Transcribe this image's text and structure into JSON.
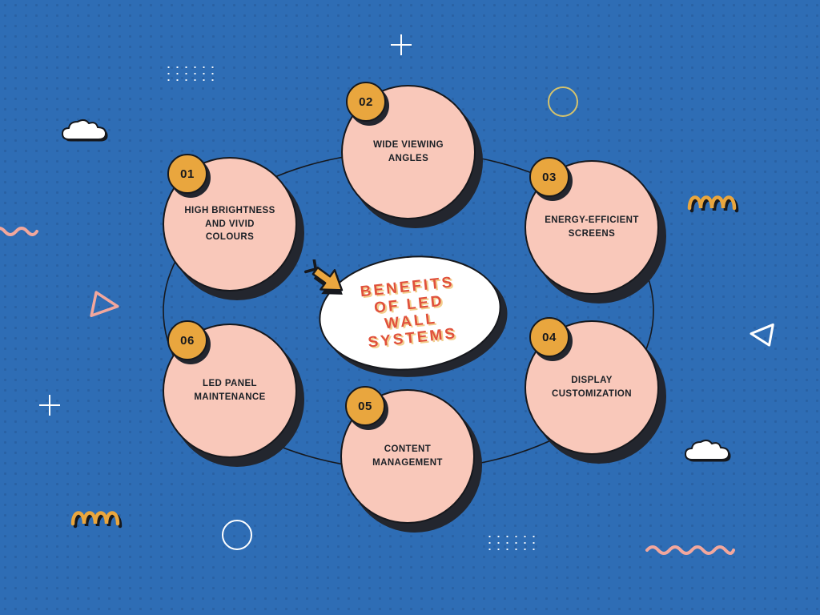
{
  "center": {
    "lines": [
      "BENEFITS",
      "OF LED",
      "WALL",
      "SYSTEMS"
    ]
  },
  "nodes": [
    {
      "number": "01",
      "label": "HIGH BRIGHTNESS AND VIVID COLOURS"
    },
    {
      "number": "02",
      "label": "WIDE VIEWING ANGLES"
    },
    {
      "number": "03",
      "label": "ENERGY-EFFICIENT SCREENS"
    },
    {
      "number": "04",
      "label": "DISPLAY CUSTOMIZATION"
    },
    {
      "number": "05",
      "label": "CONTENT MANAGEMENT"
    },
    {
      "number": "06",
      "label": "LED PANEL MAINTENANCE"
    }
  ],
  "colors": {
    "background": "#2e6db5",
    "node_fill": "#f9c8ba",
    "badge_fill": "#e9a63e",
    "title_text": "#e0513c",
    "outline": "#16181d",
    "shadow": "#23262e",
    "pink_accent": "#f2a79d"
  }
}
